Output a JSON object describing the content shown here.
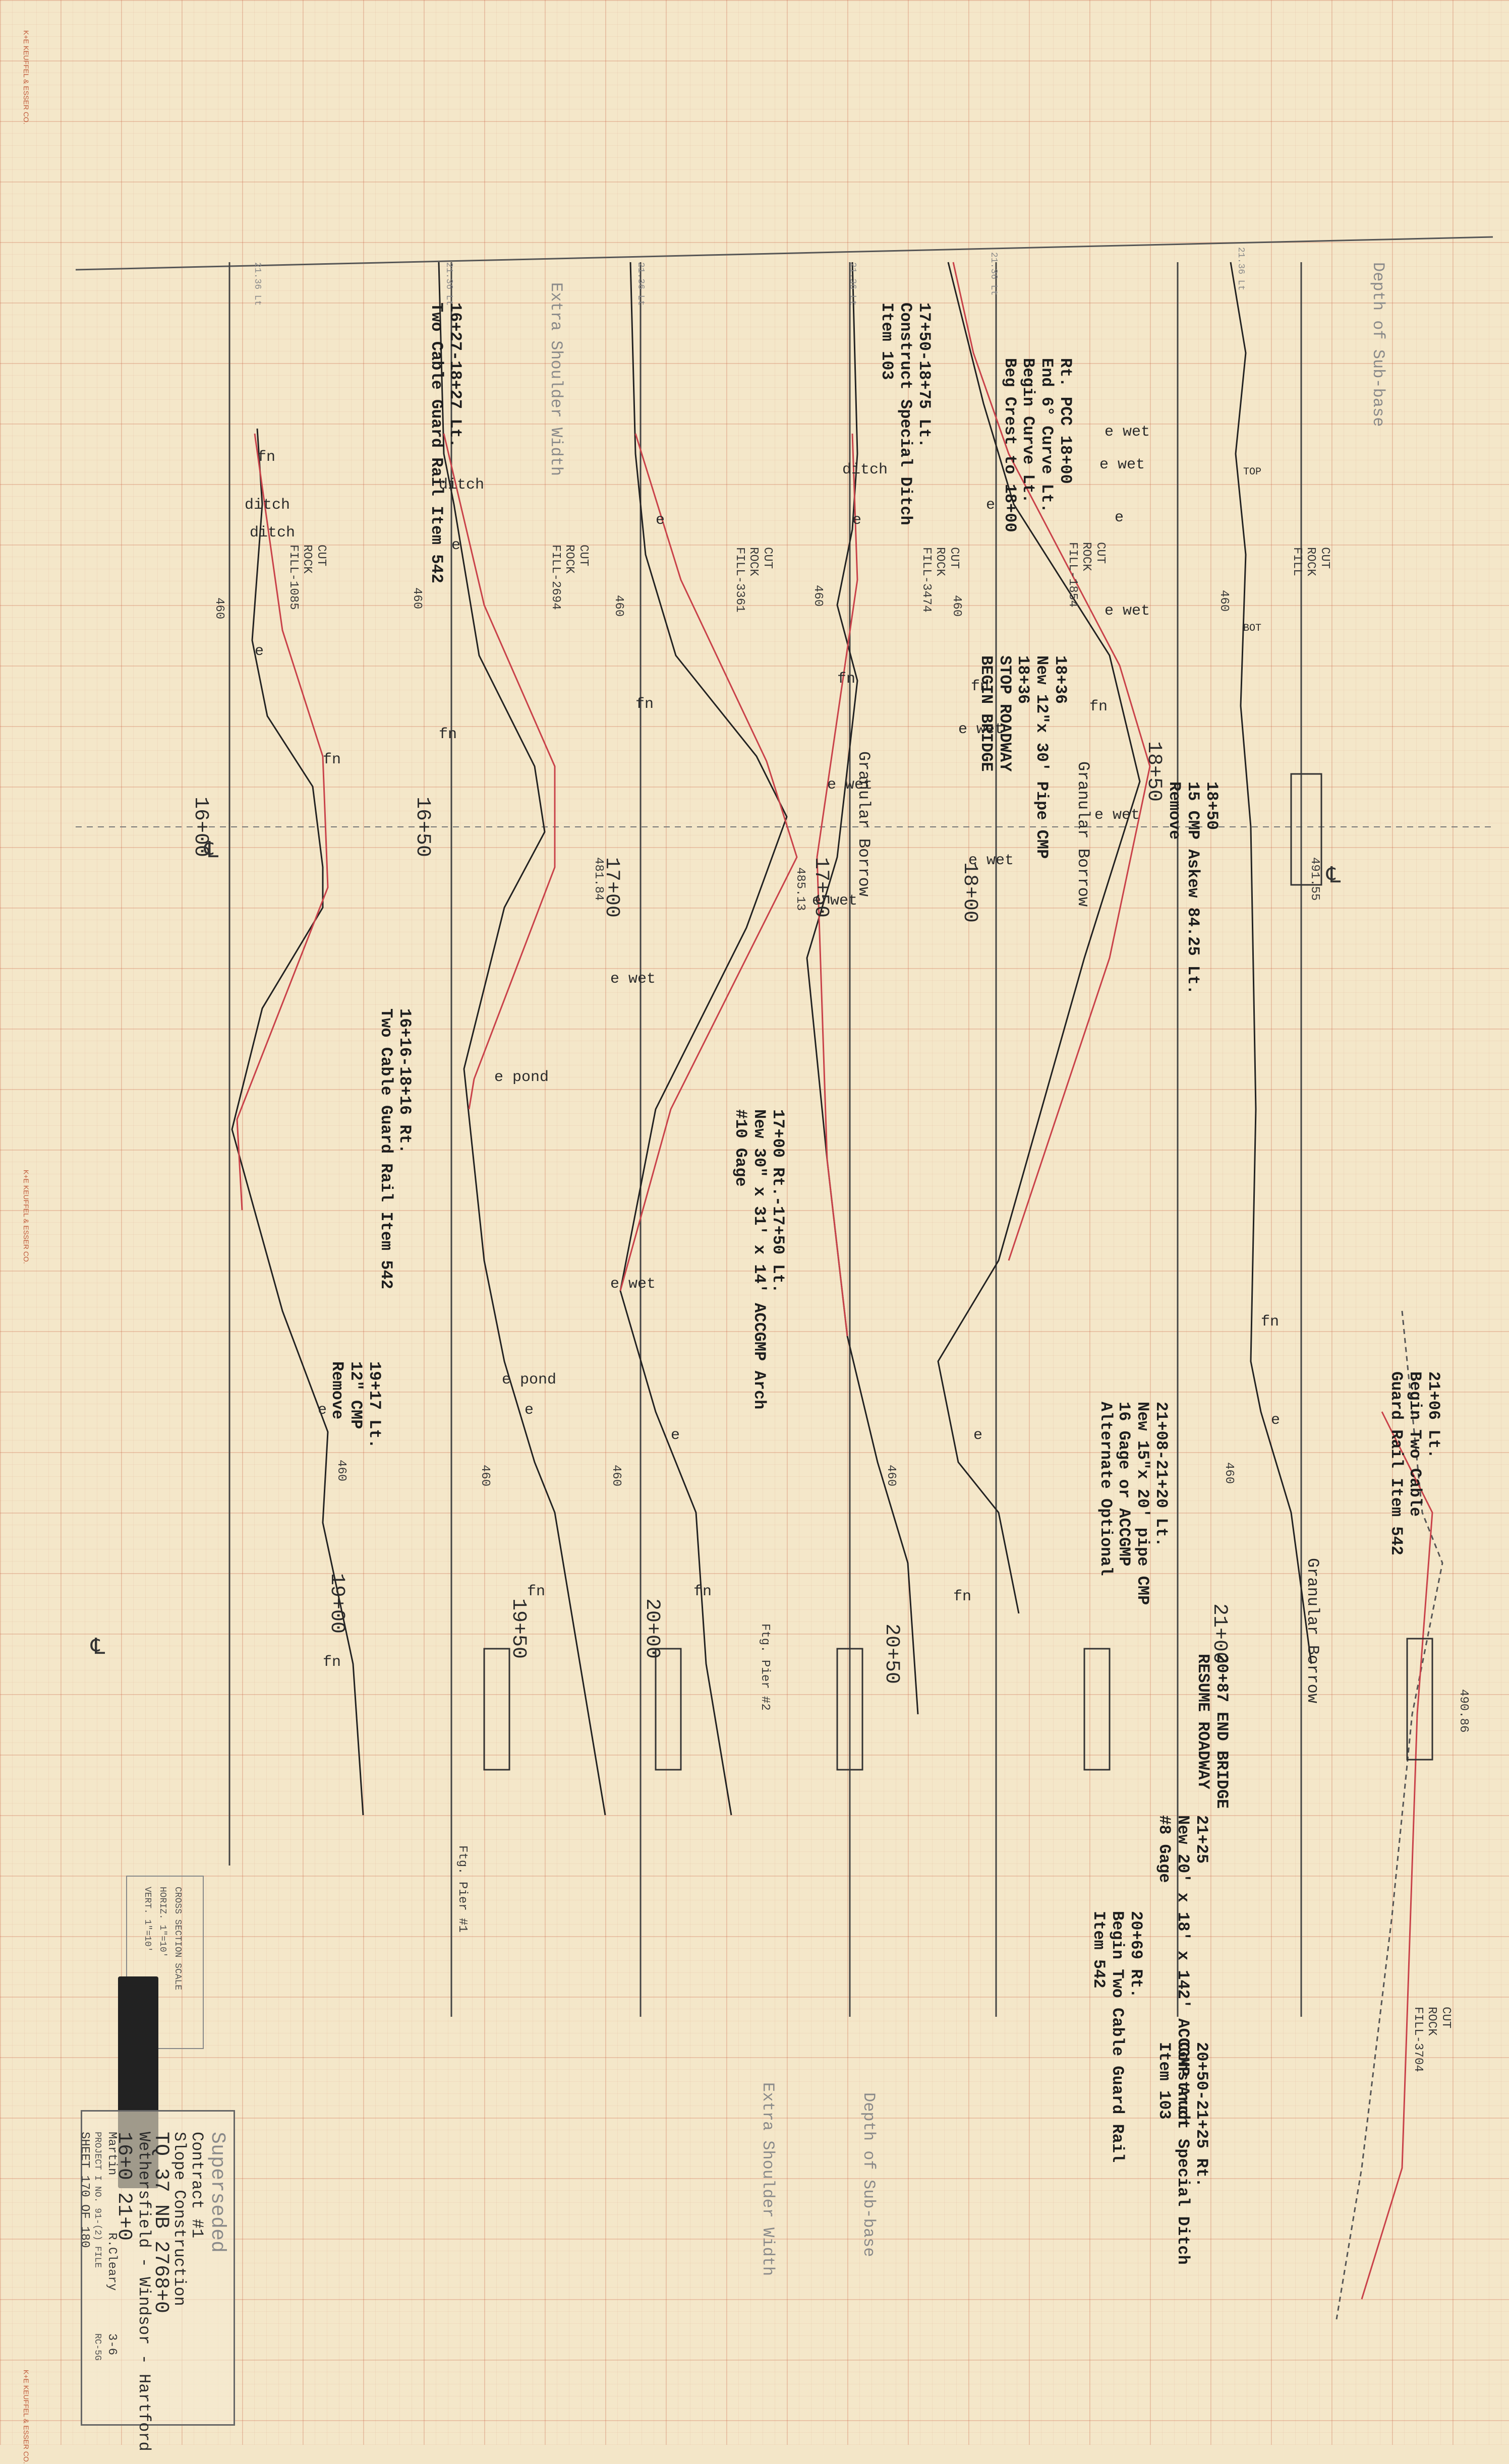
{
  "sections": [
    {
      "station": "16+00",
      "subgrade": "460",
      "earthwork": "CUT\nROCK\nFILL-1085",
      "offset": "21.36 Lt"
    },
    {
      "station": "16+50",
      "subgrade": "460",
      "earthwork": "CUT\nROCK\nFILL-2694",
      "offset": "21.36 Lt"
    },
    {
      "station": "17+00",
      "subgrade": "460",
      "earthwork": "CUT\nROCK\nFILL-3361",
      "offset": "21.36 Lt"
    },
    {
      "station": "17+50",
      "subgrade": "460",
      "earthwork": "CUT\nROCK\nFILL-3474",
      "offset": "21.36 Lt"
    },
    {
      "station": "18+00",
      "subgrade": "460",
      "earthwork": "CUT\nROCK\nFILL-1854",
      "offset": "21.36 Lt"
    },
    {
      "station": "18+50",
      "subgrade": "460",
      "earthwork": "CUT\nROCK\nFILL",
      "offset": "21.36 Lt"
    },
    {
      "station": "19+00",
      "subgrade": "460",
      "earthwork": "",
      "offset": ""
    },
    {
      "station": "19+50",
      "subgrade": "460",
      "earthwork": "",
      "offset": ""
    },
    {
      "station": "20+00",
      "subgrade": "460",
      "earthwork": "",
      "offset": ""
    },
    {
      "station": "20+50",
      "subgrade": "460",
      "earthwork": "",
      "offset": ""
    },
    {
      "station": "21+00",
      "subgrade": "460",
      "earthwork": "CUT\nROCK\nFILL-3704",
      "offset": ""
    }
  ],
  "elevations": [
    "481.84",
    "485.13",
    "491.55",
    "490.86"
  ],
  "symbols": {
    "centerline": "℄"
  },
  "feature_labels": {
    "depth_subbase": "Depth of Sub-base",
    "extra_shoulder": "Extra Shoulder Width",
    "wet": "e wet",
    "pond": "e pond",
    "ditch": "ditch",
    "e": "e",
    "fn": "fn",
    "granular_borrow": "Granular Borrow",
    "top": "TOP",
    "bot": "BOT",
    "ftg_pier": "Ftg. Pier #1",
    "ftg_pier2": "Ftg. Pier #2"
  },
  "notes": [
    "Rt. PCC 18+00\nEnd 6° Curve Lt.\nBegin Curve Lt.\nBeg Crest to 18+00",
    "17+50-18+75 Lt.\nConstruct Special Ditch\nItem 103",
    "16+27-18+27 Lt.\nTwo Cable Guard Rail Item 542",
    "16+16-18+16 Rt.\nTwo Cable Guard Rail Item 542",
    "18+36\nNew 12\"x 30' Pipe CMP\n18+36\nSTOP ROADWAY\nBEGIN BRIDGE",
    "18+50\n15 CMP Askew 84.25 Lt.\nRemove",
    "17+00 Rt.-17+50 Lt.\nNew 30\" x 31' x 14' ACCGMP Arch\n#10 Gage",
    "19+17 Lt.\n12\" CMP\nRemove",
    "21+06 Lt.\nBegin Two Cable\nGuard Rail Item 542",
    "21+08-21+20 Lt.\nNew 15\"x 20' pipe CMP\n16 Gage or ACCGMP\nAlternate Optional",
    "20+87 END BRIDGE\nRESUME ROADWAY",
    "21+25\nNew 20' x 18' x 142' ACCGMP Arch\n#8 Gage",
    "20+69 Rt.\nBegin Two Cable Guard Rail\nItem 542",
    "20+50-21+25 Rt.\nConstruct Special Ditch\nItem 103"
  ],
  "title_block": {
    "status": "Superseded",
    "contract": "Contract #1",
    "type": "Slope Construction",
    "road": "TQ 37  NB 2768+0",
    "place": "Wethersfield - Windsor - Hartford",
    "range": "16+0   21+0",
    "designer": "Martin",
    "checker": "R.Cleary",
    "date": "3-6",
    "sheet_code": "RC-5G",
    "project": "PROJECT  I  NO. 91-(2) FILE",
    "sheet": "SHEET 170 OF 180"
  },
  "stamp": {
    "line1": "CROSS SECTION SCALE",
    "line2": "HORIZ. 1\"=10'",
    "line3": "VERT. 1\"=10'"
  },
  "edge_text": "K+E  KEUFFEL & ESSER CO."
}
